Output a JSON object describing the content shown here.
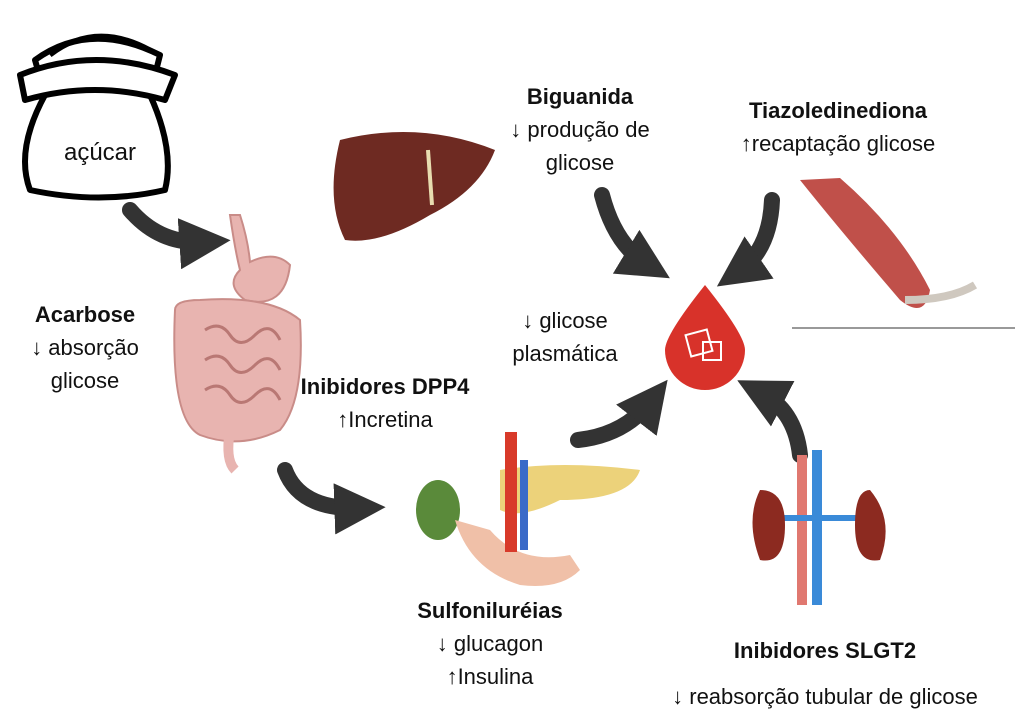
{
  "sack": {
    "label": "açúcar"
  },
  "acarbose": {
    "title": "Acarbose",
    "line1": "↓ absorção",
    "line2": "glicose"
  },
  "biguanida": {
    "title": "Biguanida",
    "line1": "↓ produção de",
    "line2": "glicose"
  },
  "tiazolidinediona": {
    "title": "Tiazoledinediona",
    "line1": "↑recaptação glicose"
  },
  "center": {
    "line1": "↓ glicose",
    "line2": "plasmática"
  },
  "dpp4": {
    "title": "Inibidores DPP4",
    "line1": "↑Incretina"
  },
  "sulfonilureias": {
    "title": "Sulfoniluréias",
    "line1": "↓ glucagon",
    "line2": "↑Insulina"
  },
  "slgt2": {
    "title": "Inibidores SLGT2",
    "line1": "↓ reabsorção tubular de glicose"
  },
  "colors": {
    "arrow": "#333333",
    "blood": "#d8322a",
    "liver": "#6e2a22",
    "intestine": "#e8b4b0",
    "pancreas": "#ecd27a",
    "muscle": "#c0504a"
  }
}
